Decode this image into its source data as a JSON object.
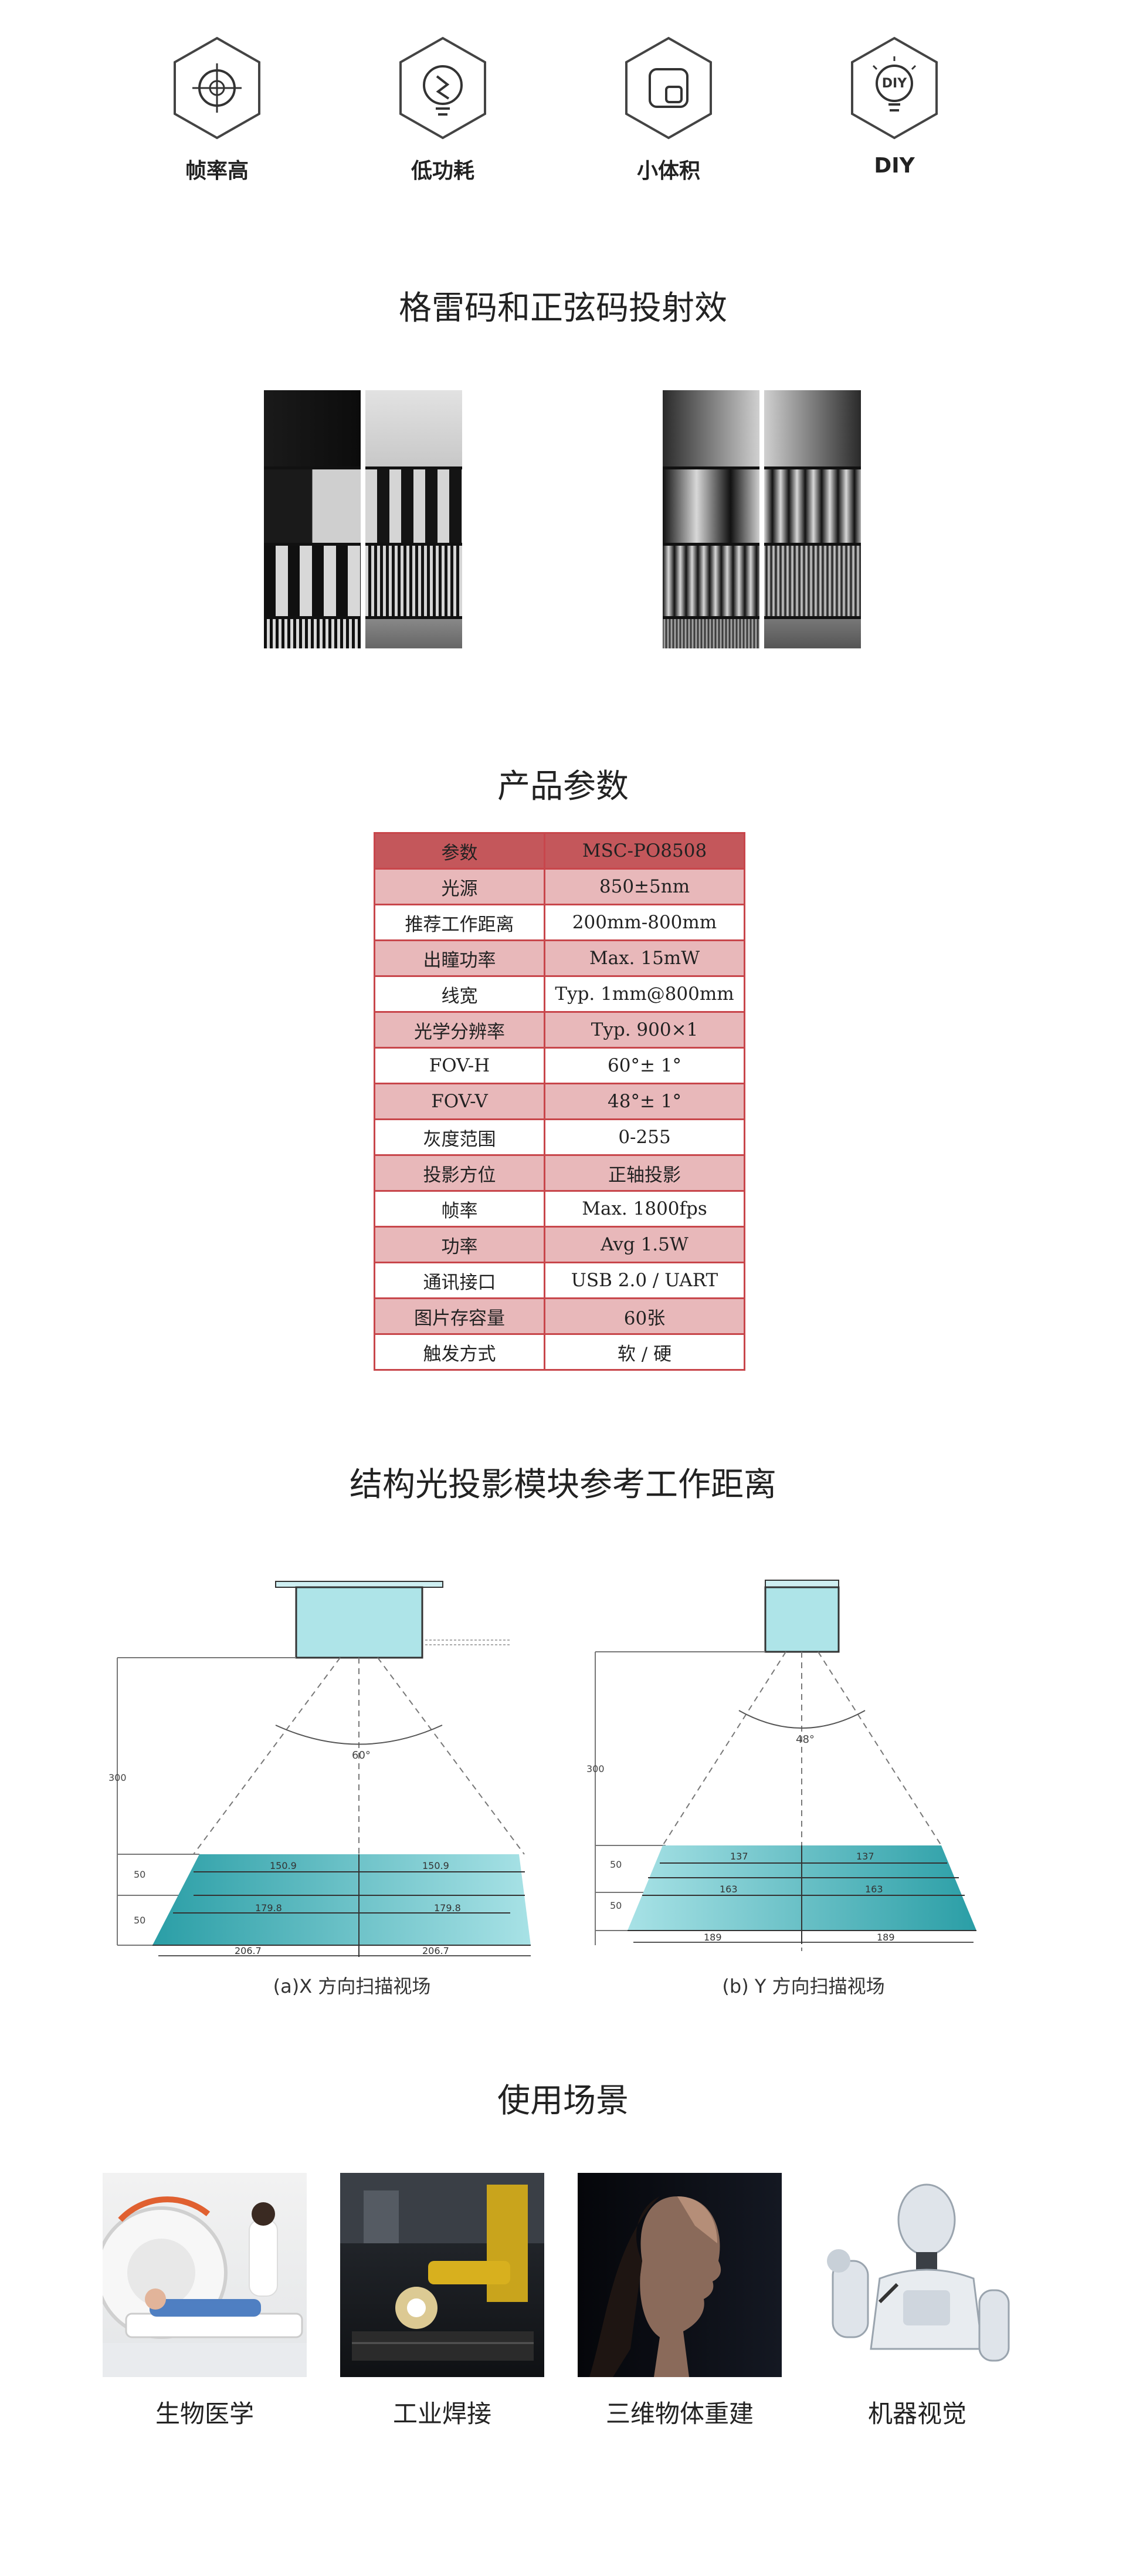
{
  "features": [
    {
      "label": "帧率高",
      "icon": "target-icon"
    },
    {
      "label": "低功耗",
      "icon": "lightbulb-icon"
    },
    {
      "label": "小体积",
      "icon": "square-box-icon"
    },
    {
      "label": "DIY",
      "icon": "diy-bulb-icon"
    }
  ],
  "sections": {
    "patterns_title": "格雷码和正弦码投射效",
    "spec_title": "产品参数",
    "distance_title": "结构光投影模块参考工作距离",
    "scenes_title": "使用场景"
  },
  "spec_table": {
    "header": [
      "参数",
      "MSC-PO8508"
    ],
    "rows": [
      [
        "光源",
        "850±5nm"
      ],
      [
        "推荐工作距离",
        "200mm-800mm"
      ],
      [
        "出瞳功率",
        "Max. 15mW"
      ],
      [
        "线宽",
        "Typ. 1mm@800mm"
      ],
      [
        "光学分辨率",
        "Typ. 900×1"
      ],
      [
        "FOV-H",
        "60°± 1°"
      ],
      [
        "FOV-V",
        "48°± 1°"
      ],
      [
        "灰度范围",
        "0-255"
      ],
      [
        "投影方位",
        "正轴投影"
      ],
      [
        "帧率",
        "Max. 1800fps"
      ],
      [
        "功率",
        "Avg 1.5W"
      ],
      [
        "通讯接口",
        "USB 2.0 / UART"
      ],
      [
        "图片存容量",
        "60张"
      ],
      [
        "触发方式",
        "软 / 硬"
      ]
    ]
  },
  "diagram_x": {
    "caption": "(a)X 方向扫描视场",
    "angle": "60°",
    "height": "300",
    "band_heights": [
      "50",
      "50"
    ],
    "top_widths": [
      "150.9",
      "150.9"
    ],
    "mid_widths": [
      "179.8",
      "179.8"
    ],
    "bottom_widths": [
      "206.7",
      "206.7"
    ]
  },
  "diagram_y": {
    "caption": "(b) Y 方向扫描视场",
    "angle": "48°",
    "height": "300",
    "band_heights": [
      "50",
      "50"
    ],
    "top_widths": [
      "137",
      "137"
    ],
    "mid_widths": [
      "163",
      "163"
    ],
    "bottom_widths": [
      "189",
      "189"
    ]
  },
  "scenes": [
    {
      "label": "生物医学"
    },
    {
      "label": "工业焊接"
    },
    {
      "label": "三维物体重建"
    },
    {
      "label": "机器视觉"
    }
  ],
  "colors": {
    "table_border": "#c8464b",
    "table_header": "#c4575b",
    "table_pink": "#e8b8ba",
    "diagram_teal": "#2aa8b0",
    "diagram_light": "#aee4e8"
  }
}
